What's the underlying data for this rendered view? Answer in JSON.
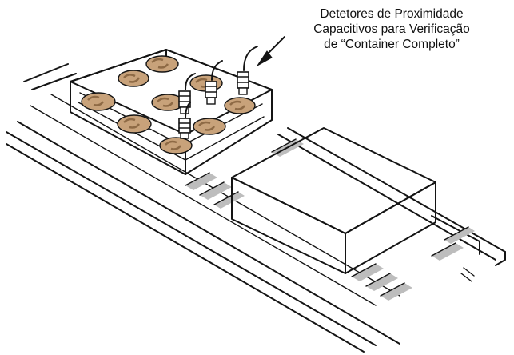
{
  "annotation": {
    "lines": [
      "Detetores de Proximidade",
      "Capacitivos para Verificação",
      "de “Container Completo”"
    ]
  },
  "colors": {
    "line": "#141414",
    "cookie": "#c8a27a",
    "cookie_shade": "#8e6a45",
    "roller_gray": "#bdbdbd",
    "background": "#ffffff"
  },
  "illustration": {
    "container_items": "cookies",
    "sensor_count": 4
  }
}
